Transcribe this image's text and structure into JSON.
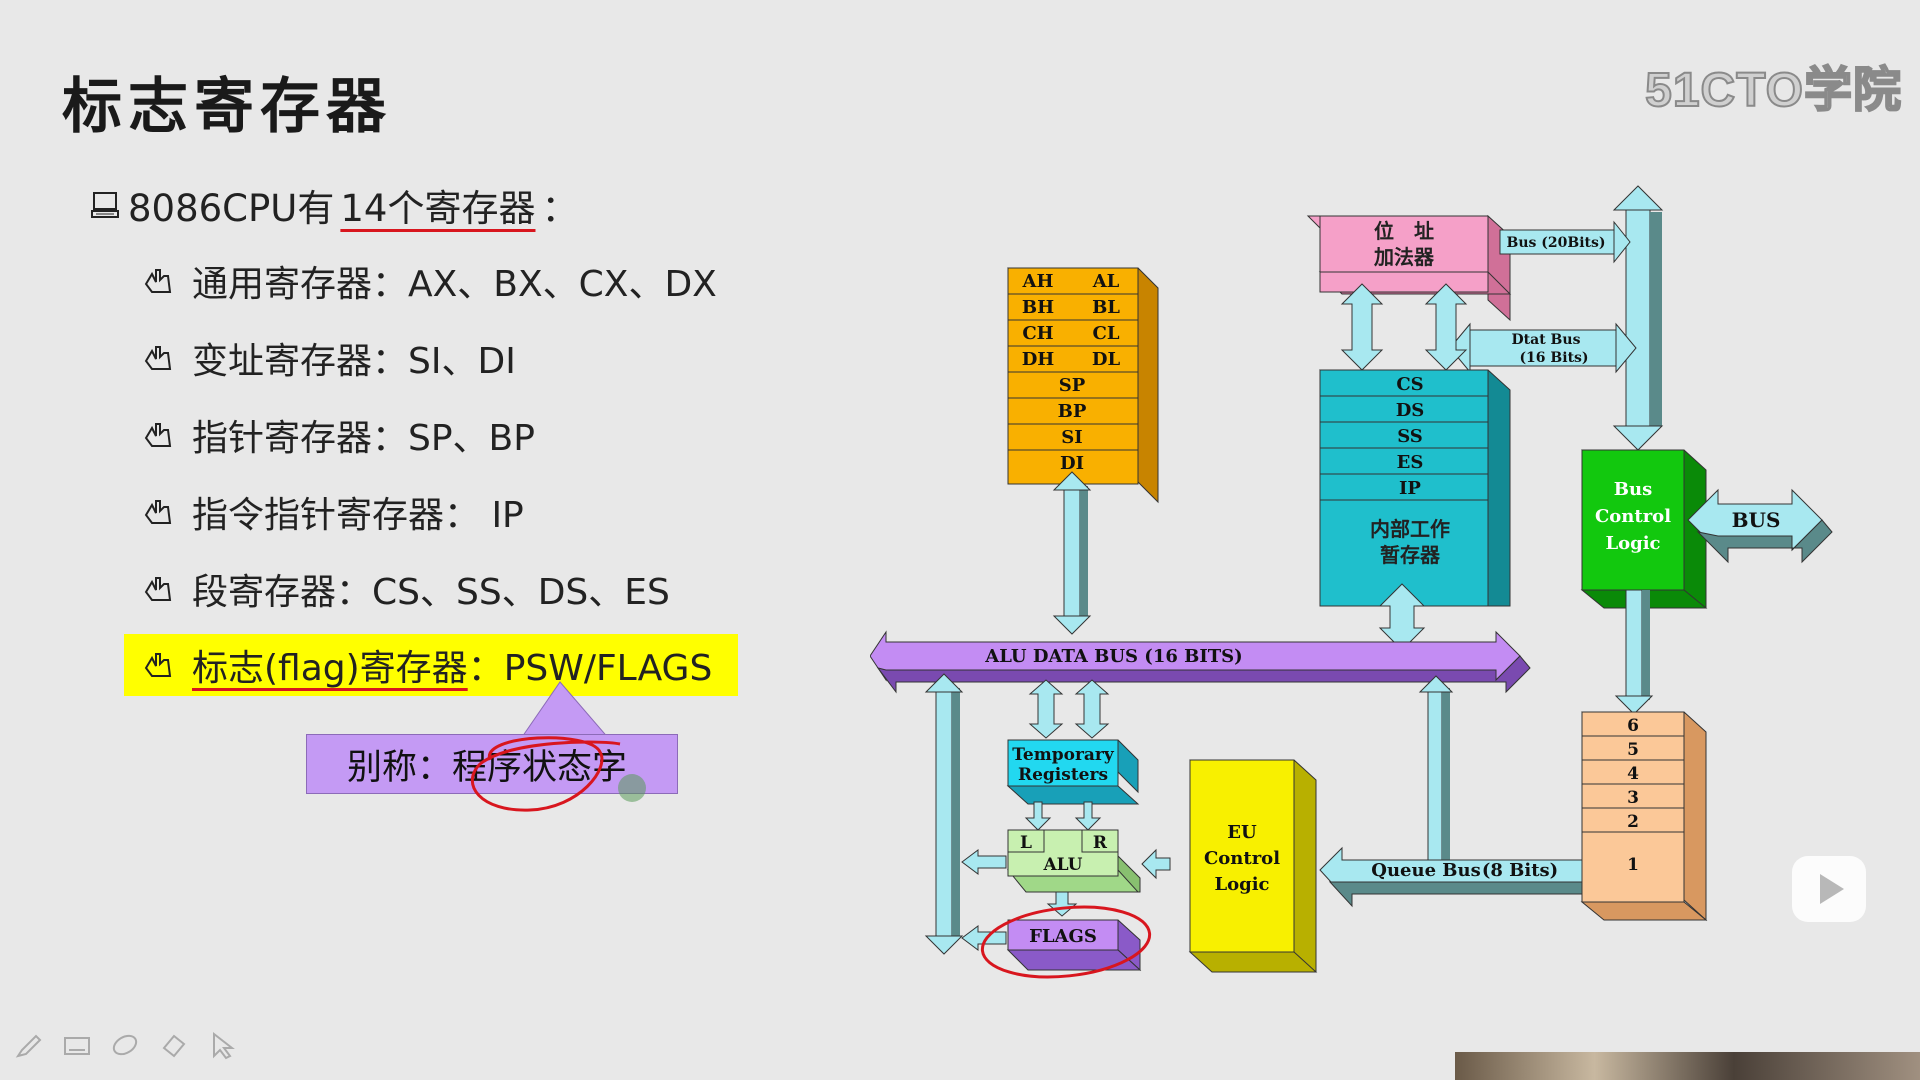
{
  "slide": {
    "title": "标志寄存器",
    "watermark": "51CTO学院"
  },
  "bullets": {
    "main": {
      "prefix": "8086CPU有",
      "underlined": "14个寄存器",
      "suffix": "："
    },
    "items": [
      {
        "text": "通用寄存器：AX、BX、CX、DX"
      },
      {
        "text": " 变址寄存器：SI、DI"
      },
      {
        "text": "指针寄存器：SP、BP"
      },
      {
        "text": "指令指针寄存器： IP"
      },
      {
        "text": "段寄存器：CS、SS、DS、ES"
      }
    ],
    "highlight": {
      "underlined": "标志(flag)寄存器",
      "suffix": "：PSW/FLAGS"
    }
  },
  "callout": {
    "text": "别称：程序状态字"
  },
  "diagram": {
    "gp_registers": [
      [
        "AH",
        "AL"
      ],
      [
        "BH",
        "BL"
      ],
      [
        "CH",
        "CL"
      ],
      [
        "DH",
        "DL"
      ]
    ],
    "ptr_registers": [
      "SP",
      "BP",
      "SI",
      "DI"
    ],
    "adder": [
      "位　址",
      "加法器"
    ],
    "bus20": "Bus (20Bits)",
    "data_bus": [
      "Dtat Bus",
      "(16 Bits)"
    ],
    "seg_registers": [
      "CS",
      "DS",
      "SS",
      "ES",
      "IP"
    ],
    "internal": [
      "内部工作",
      "暂存器"
    ],
    "bus_control": [
      "Bus",
      "Control",
      "Logic"
    ],
    "bus_label": "BUS",
    "alu_bus": "ALU DATA BUS (16 BITS)",
    "temp_regs": [
      "Temporary",
      "Registers"
    ],
    "alu_l": "L",
    "alu_r": "R",
    "alu": "ALU",
    "flags": "FLAGS",
    "eu_control": [
      "EU",
      "Control",
      "Logic"
    ],
    "queue_bus_a": "Queue  Bus",
    "queue_bus_b": "(8 Bits)",
    "queue": [
      "6",
      "5",
      "4",
      "3",
      "2",
      "1"
    ],
    "colors": {
      "orange": "#f9b000",
      "pink": "#f5a0c8",
      "teal": "#1fbfcc",
      "green": "#12c80e",
      "purple": "#c38cf3",
      "cyan": "#22d8f0",
      "lightgreen": "#c8f0b0",
      "yellow": "#f8f000",
      "peach": "#fbc898",
      "lightblue": "#a8e8f0",
      "annotation_red": "#d8161e",
      "highlight": "#ffff00"
    }
  },
  "toolbar": [
    "pen-icon",
    "keyboard-icon",
    "eraser-icon",
    "clear-icon",
    "pointer-icon"
  ]
}
